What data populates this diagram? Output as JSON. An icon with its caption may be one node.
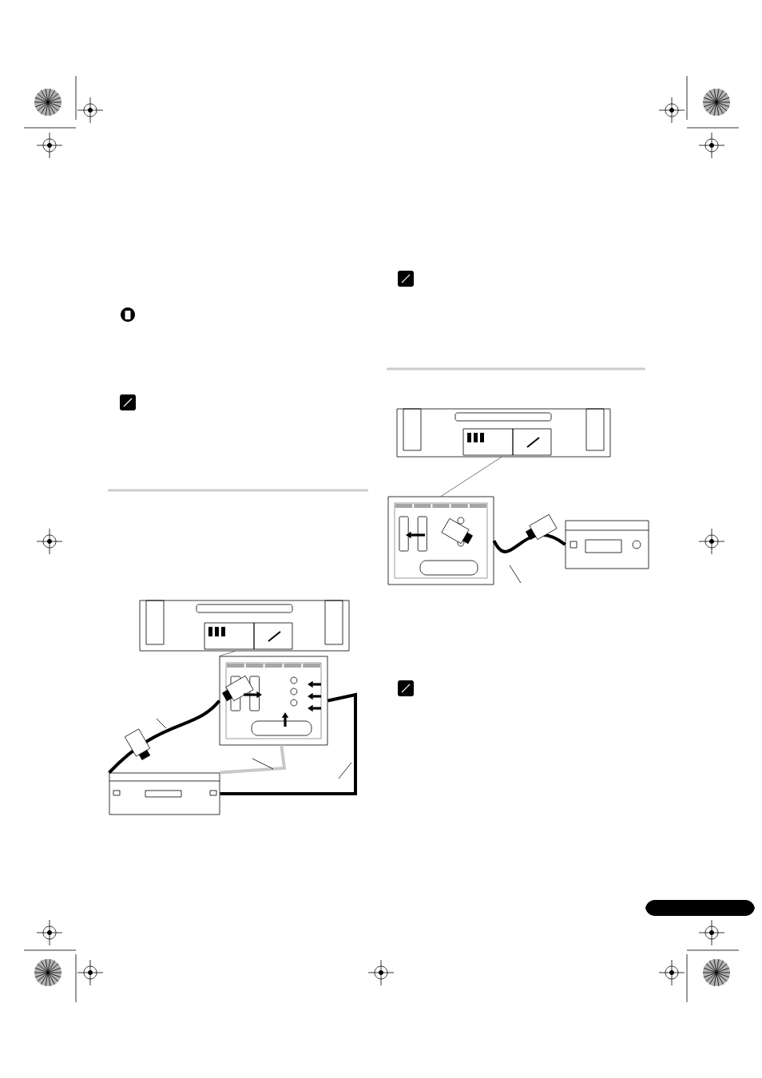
{
  "diagram": {
    "nodes": [
      {
        "text": [],
        "shape": "television"
      },
      {
        "text": [],
        "shape": "panel"
      },
      {
        "text": [],
        "shape": "player"
      },
      {
        "text": [],
        "shape": "television"
      },
      {
        "text": [],
        "shape": "panel"
      },
      {
        "text": [],
        "shape": "recorder"
      }
    ],
    "edges": [
      {
        "from": 2,
        "to": 1,
        "arrow": "none"
      },
      {
        "from": 2,
        "to": 1,
        "arrow": "none",
        "color": "#c8c8c8"
      },
      {
        "from": 2,
        "to": 1,
        "arrow": "none"
      },
      {
        "from": 5,
        "to": 4,
        "arrow": "none"
      },
      {
        "from": 0,
        "to": 1,
        "arrow": "none"
      },
      {
        "from": 3,
        "to": 4,
        "arrow": "none"
      }
    ]
  }
}
